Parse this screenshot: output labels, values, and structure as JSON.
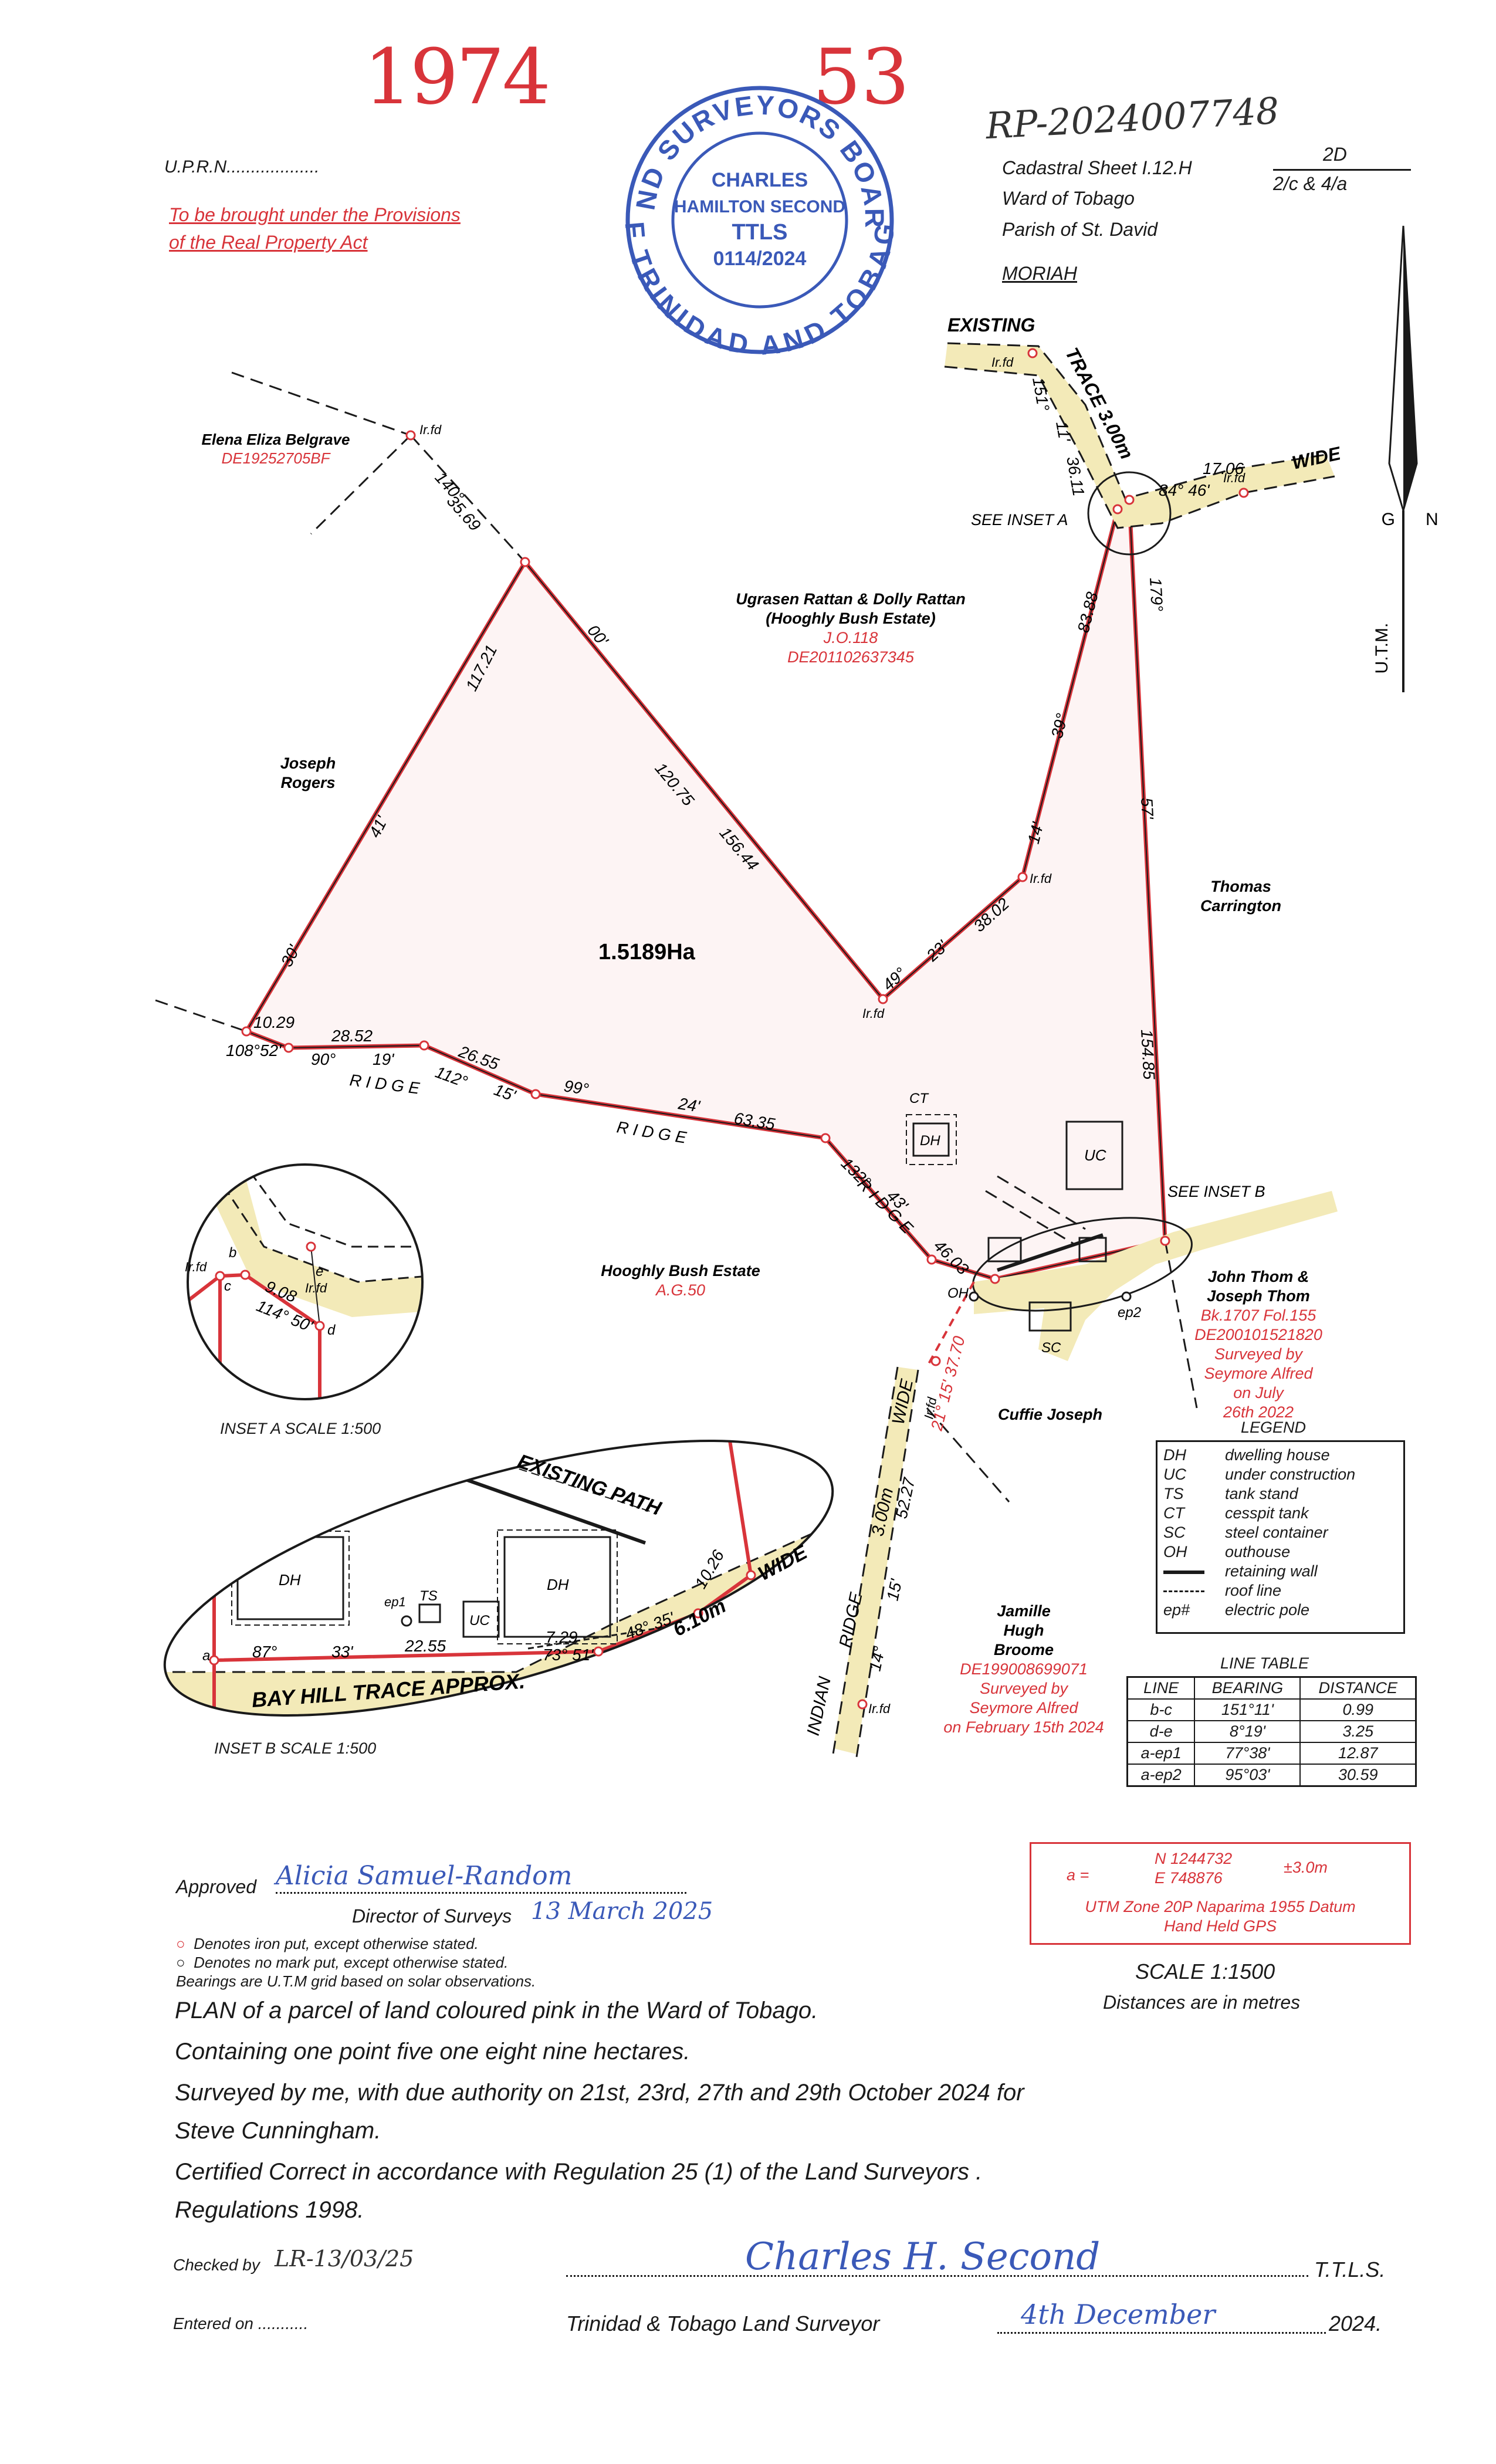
{
  "header": {
    "stamp_num_left": "1974",
    "stamp_num_right": "53",
    "rp_number": "RP-2024007748",
    "uprn": "U.P.R.N...................",
    "provisions_1": "To be brought under the Provisions",
    "provisions_2": "of the Real Property Act",
    "cadastral_sheet": "Cadastral Sheet I.12.H",
    "sheet_fraction_top": "2D",
    "sheet_fraction_bottom": "2/c & 4/a",
    "ward": "Ward of Tobago",
    "parish": "Parish of St. David",
    "district": "MORIAH"
  },
  "seal": {
    "outer_top": "LAND SURVEYORS BOARD",
    "outer_bottom": "OF TRINIDAD AND TOBAGO",
    "name_1": "CHARLES",
    "name_2": "HAMILTON SECOND",
    "title": "TTLS",
    "reg_no": "0114/2024"
  },
  "north": {
    "g": "G",
    "n": "N",
    "utm": "U.T.M."
  },
  "map": {
    "area": "1.5189Ha",
    "owners": {
      "elena_name": "Elena Eliza Belgrave",
      "elena_ref": "DE19252705BF",
      "ugrasen_name": "Ugrasen Rattan & Dolly Rattan",
      "ugrasen_estate": "(Hooghly Bush Estate)",
      "ugrasen_jo": "J.O.118",
      "ugrasen_ref": "DE201102637345",
      "joseph_1": "Joseph",
      "joseph_2": "Rogers",
      "thomas_1": "Thomas",
      "thomas_2": "Carrington",
      "hooghly": "Hooghly Bush Estate",
      "hooghly_ref": "A.G.50",
      "john_1": "John Thom &",
      "john_2": "Joseph Thom",
      "john_bk": "Bk.1707 Fol.155",
      "john_ref": "DE200101521820",
      "john_surv_1": "Surveyed by",
      "john_surv_2": "Seymore Alfred",
      "john_surv_3": "on July",
      "john_surv_4": "26th 2022",
      "cuffie": "Cuffie Joseph",
      "jamille_1": "Jamille",
      "jamille_2": "Hugh",
      "jamille_3": "Broome",
      "jamille_ref": "DE199008699071",
      "jamille_surv_1": "Surveyed by",
      "jamille_surv_2": "Seymore Alfred",
      "jamille_surv_3": "on February 15th 2024"
    },
    "labels": {
      "existing": "EXISTING",
      "trace": "TRACE 3.00m",
      "wide": "WIDE",
      "see_inset_a": "SEE INSET A",
      "see_inset_b": "SEE INSET B",
      "ridge_1": "R I D G E",
      "ridge_2": "R I D G E",
      "ridge_3": "R I D G E",
      "indian_ridge": "INDIAN",
      "indian_ridge_2": "RIDGE",
      "three_m": "3.00m",
      "wide_2": "WIDE",
      "irfd": "Ir.fd",
      "ct": "CT",
      "dh": "DH",
      "uc": "UC",
      "oh": "OH",
      "sc": "SC",
      "ep2": "ep2"
    },
    "measures": {
      "m_17_06": "17.06",
      "m_84_46": "84° 46'",
      "m_151_11": "151°",
      "m_11": "11'",
      "m_36_11": "36.11",
      "m_140": "140°",
      "m_35_69": "35.69",
      "m_117_21": "117.21",
      "m_41": "41'",
      "m_30": "30'",
      "m_00": "00'",
      "m_120_75": "120.75",
      "m_156_44": "156.44",
      "m_83_88": "83.88",
      "m_39": "39°",
      "m_14": "14'",
      "m_179": "179°",
      "m_57": "57'",
      "m_154_85": "154.85",
      "m_49": "49°",
      "m_23": "23'",
      "m_38_02": "38.02",
      "m_10_29": "10.29",
      "m_108_52": "108°52'",
      "m_90": "90°",
      "m_28_52": "28.52",
      "m_19": "19'",
      "m_112": "112°",
      "m_26_55": "26.55",
      "m_15": "15'",
      "m_99": "99°",
      "m_24": "24'",
      "m_63_35": "63.35",
      "m_132": "132°",
      "m_43": "43'",
      "m_46_03": "46.03",
      "m_21_15": "21° 15' 37.70",
      "m_52_27": "52.27",
      "m_15b": "15'",
      "m_14b": "14°"
    },
    "inset_a": {
      "label": "INSET A SCALE 1:500",
      "b": "b",
      "c": "c",
      "d": "d",
      "e": "e",
      "irfd_1": "Ir.fd",
      "irfd_2": "Ir.fd",
      "dist": "9.08",
      "bearing": "114° 50'"
    },
    "inset_b": {
      "label": "INSET B SCALE 1:500",
      "existing_path": "EXISTING PATH",
      "road": "BAY  HILL  TRACE  APPROX.",
      "width": "6.10m",
      "wide": "WIDE",
      "m_10_26": "10.26",
      "m_48_35": "48° 35'",
      "m_7_29": "7.29",
      "m_73_51": "73° 51'",
      "m_22_55": "22.55",
      "m_87": "87°",
      "m_33": "33'",
      "dh_1": "DH",
      "dh_2": "DH",
      "uc": "UC",
      "ts": "TS",
      "ep1": "ep1",
      "a": "a"
    }
  },
  "legend": {
    "title": "LEGEND",
    "items": [
      {
        "key": "DH",
        "value": "dwelling house"
      },
      {
        "key": "UC",
        "value": "under construction"
      },
      {
        "key": "TS",
        "value": "tank stand"
      },
      {
        "key": "CT",
        "value": "cesspit tank"
      },
      {
        "key": "SC",
        "value": "steel container"
      },
      {
        "key": "OH",
        "value": "outhouse"
      },
      {
        "key": "",
        "value": "retaining wall"
      },
      {
        "key": "",
        "value": "roof line"
      },
      {
        "key": "ep#",
        "value": "electric pole"
      }
    ]
  },
  "line_table": {
    "title": "LINE TABLE",
    "headers": [
      "LINE",
      "BEARING",
      "DISTANCE"
    ],
    "rows": [
      [
        "b-c",
        "151°11'",
        "0.99"
      ],
      [
        "d-e",
        "8°19'",
        "3.25"
      ],
      [
        "a-ep1",
        "77°38'",
        "12.87"
      ],
      [
        "a-ep2",
        "95°03'",
        "30.59"
      ]
    ]
  },
  "coords_box": {
    "a_label": "a =",
    "n": "N  1244732",
    "e": "E  748876",
    "tol": "±3.0m",
    "datum": "UTM Zone 20P Naparima 1955 Datum",
    "method": "Hand Held GPS"
  },
  "footer": {
    "approved_label": "Approved",
    "approved_sig": "Alicia Samuel-Random",
    "director": "Director of Surveys",
    "director_date": "13 March 2025",
    "iron_put": "Denotes iron put, except otherwise stated.",
    "no_mark": "Denotes no mark put, except otherwise stated.",
    "bearings": "Bearings are U.T.M grid based on solar observations.",
    "scale": "SCALE  1:1500",
    "distances": "Distances are in metres",
    "plan_1": "PLAN of a parcel of land coloured pink in the Ward of Tobago.",
    "plan_2": "Containing one point five one eight nine hectares.",
    "plan_3": "Surveyed by me, with due authority on 21st, 23rd, 27th and 29th October 2024 for",
    "plan_4": "Steve Cunningham.",
    "plan_5": "Certified Correct in accordance with Regulation 25 (1) of the Land Surveyors .",
    "plan_6": "Regulations 1998.",
    "checked_label": "Checked by",
    "checked_val": "LR-13/03/25",
    "entered": "Entered on ...........",
    "surveyor_sig": "Charles H. Second",
    "ttls": "T.T.L.S.",
    "surveyor_title": "Trinidad & Tobago Land Surveyor",
    "surveyor_date": "4th December",
    "surveyor_year": "2024."
  },
  "colors": {
    "boundary_red": "#d8343a",
    "road_fill": "#f3eab8",
    "seal_blue": "#3a59b8",
    "ink": "#1a1a1a"
  }
}
